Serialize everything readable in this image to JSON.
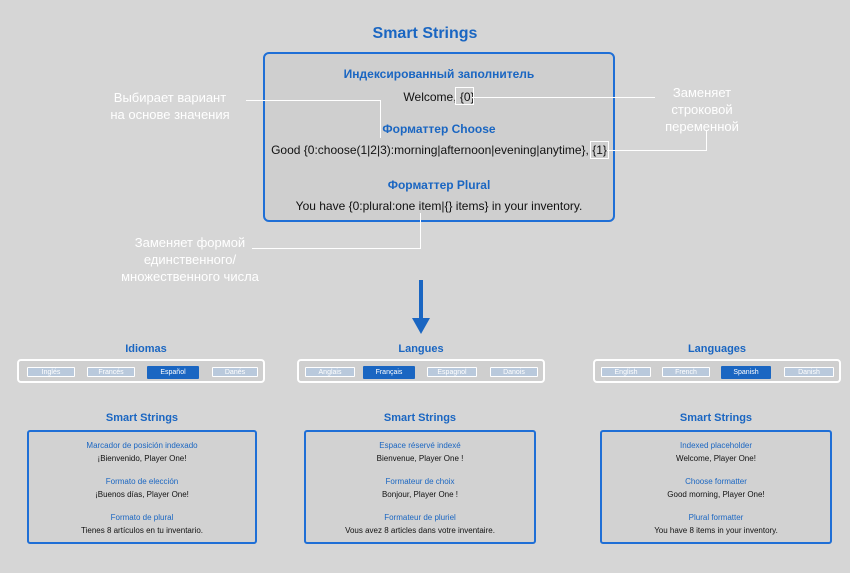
{
  "title": "Smart Strings",
  "top_box": {
    "indexed_heading": "Индексированный заполнитель",
    "indexed_text": "Welcome, {0}",
    "choose_heading": "Форматтер Choose",
    "choose_text": "Good  {0:choose(1|2|3):morning|afternoon|evening|anytime},  {1}",
    "plural_heading": "Форматтер Plural",
    "plural_text": "You have {0:plural:one item|{} items} in your inventory."
  },
  "annotations": {
    "choose": "Выбирает вариант\nна основе значения",
    "string": "Заменяет\nстроковой\nпеременной",
    "plural": "Заменяет формой\nединственного/\nмножественного числа"
  },
  "columns": [
    {
      "lang_title": "Idiomas",
      "tabs": [
        "Inglés",
        "Francés",
        "Español",
        "Danés"
      ],
      "active_tab": 2,
      "card_title": "Smart Strings",
      "rows": [
        {
          "heading": "Marcador de posición indexado",
          "text": "¡Bienvenido, Player One!"
        },
        {
          "heading": "Formato de elección",
          "text": "¡Buenos días, Player One!"
        },
        {
          "heading": "Formato de plural",
          "text": "Tienes 8 artículos en tu inventario."
        }
      ]
    },
    {
      "lang_title": "Langues",
      "tabs": [
        "Anglais",
        "Français",
        "Espagnol",
        "Danois"
      ],
      "active_tab": 1,
      "card_title": "Smart Strings",
      "rows": [
        {
          "heading": "Espace réservé indexé",
          "text": "Bienvenue, Player One !"
        },
        {
          "heading": "Formateur de choix",
          "text": "Bonjour, Player One !"
        },
        {
          "heading": "Formateur de pluriel",
          "text": "Vous avez 8 articles dans votre inventaire."
        }
      ]
    },
    {
      "lang_title": "Languages",
      "tabs": [
        "English",
        "French",
        "Spanish",
        "Danish"
      ],
      "active_tab": 2,
      "card_title": "Smart Strings",
      "rows": [
        {
          "heading": "Indexed placeholder",
          "text": "Welcome, Player One!"
        },
        {
          "heading": "Choose formatter",
          "text": "Good morning, Player One!"
        },
        {
          "heading": "Plural formatter",
          "text": "You have 8 items in your inventory."
        }
      ]
    }
  ],
  "colors": {
    "accent": "#1a66c2",
    "background": "#d6d6d6",
    "line": "#ffffff"
  }
}
